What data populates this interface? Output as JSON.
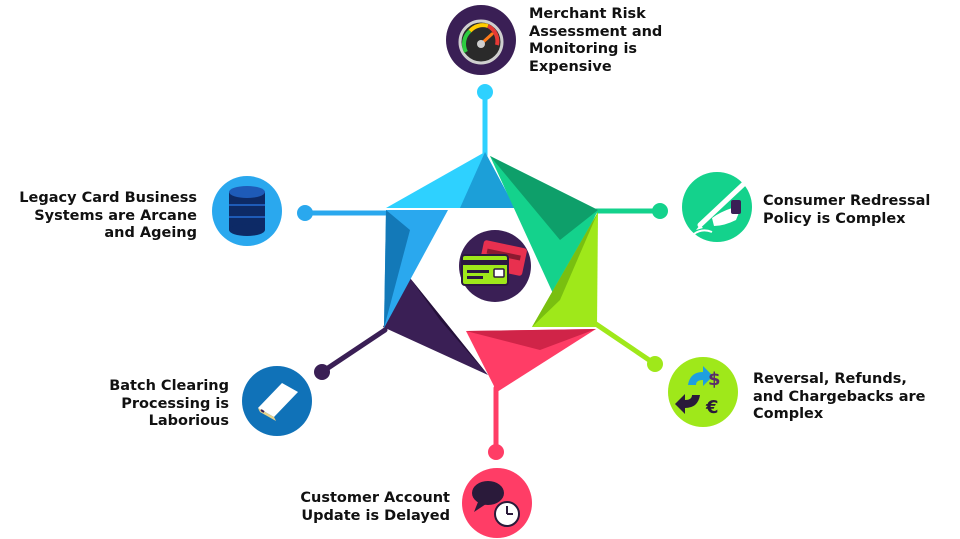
{
  "diagram": {
    "center_icon": "credit-cards-icon",
    "items": [
      {
        "id": "merchant-risk",
        "lines": [
          "Merchant Risk",
          "Assessment and",
          "Monitoring is",
          "Expensive"
        ],
        "icon": "speedometer-gauge-icon",
        "color": "#2ed1ff"
      },
      {
        "id": "consumer-redressal",
        "lines": [
          "Consumer Redressal",
          "Policy is Complex"
        ],
        "icon": "hand-signing-pen-icon",
        "color": "#14d28c"
      },
      {
        "id": "reversal-refunds",
        "lines": [
          "Reversal, Refunds,",
          "and Chargebacks are",
          "Complex"
        ],
        "icon": "currency-exchange-icon",
        "color": "#9fe81a"
      },
      {
        "id": "customer-account",
        "lines": [
          "Customer Account",
          "Update is Delayed"
        ],
        "icon": "chat-clock-icon",
        "color": "#ff3d66"
      },
      {
        "id": "batch-clearing",
        "lines": [
          "Batch Clearing",
          "Processing is",
          "Laborious"
        ],
        "icon": "paper-sheet-icon",
        "color": "#1072b8"
      },
      {
        "id": "legacy-card",
        "lines": [
          "Legacy Card Business",
          "Systems are Arcane",
          "and Ageing"
        ],
        "icon": "database-icon",
        "color": "#2aa8ee"
      }
    ]
  }
}
